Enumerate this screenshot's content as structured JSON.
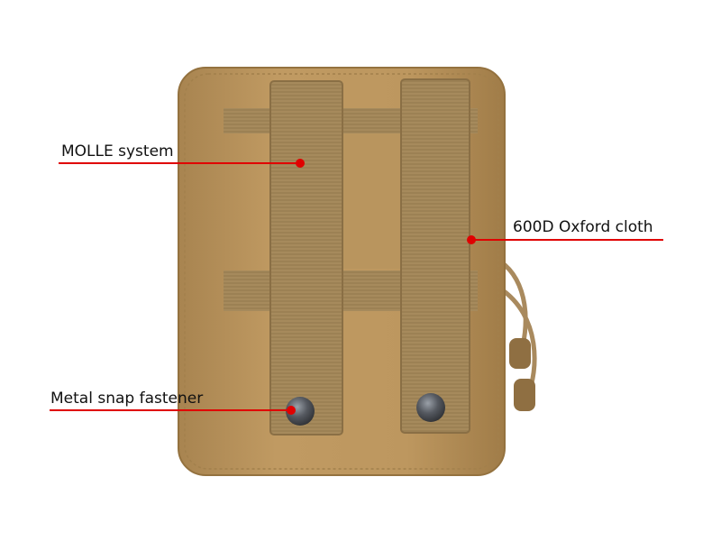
{
  "product": {
    "callouts": [
      {
        "id": "molle",
        "label": "MOLLE system"
      },
      {
        "id": "oxford",
        "label": "600D Oxford cloth"
      },
      {
        "id": "snap",
        "label": "Metal snap fastener"
      }
    ]
  },
  "colors": {
    "fabric": "#b8935c",
    "fabric_dark": "#9d7a47",
    "webbing": "#a58a5c",
    "callout": "#e00000",
    "snap": "#4a4d52"
  }
}
